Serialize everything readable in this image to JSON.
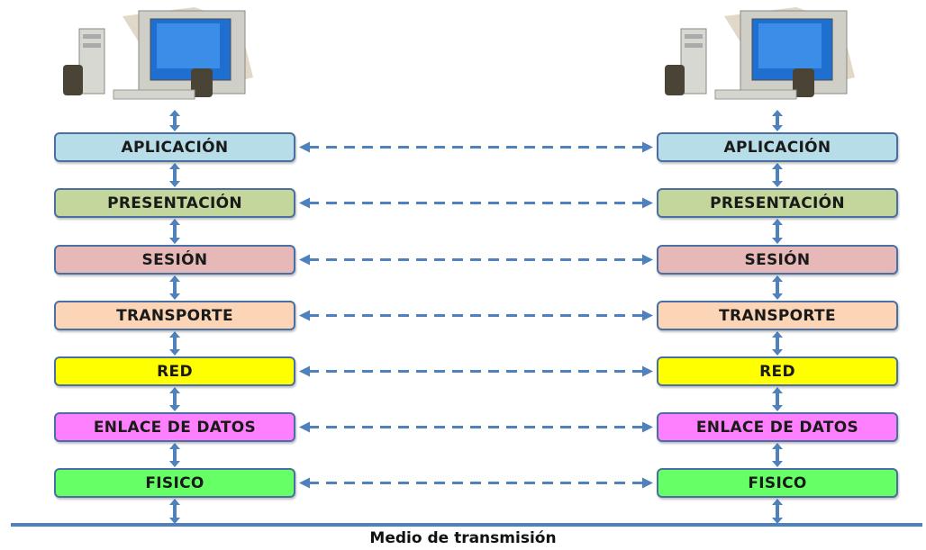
{
  "hosts": [
    {
      "layers": [
        {
          "label": "APLICACIÓN",
          "color": "#b7dde8"
        },
        {
          "label": "PRESENTACIÓN",
          "color": "#c3d69b"
        },
        {
          "label": "SESIÓN",
          "color": "#e6b9b8"
        },
        {
          "label": "TRANSPORTE",
          "color": "#fbd5b5"
        },
        {
          "label": "RED",
          "color": "#ffff00"
        },
        {
          "label": "ENLACE DE DATOS",
          "color": "#ff80ff"
        },
        {
          "label": "FISICO",
          "color": "#66ff66"
        }
      ]
    },
    {
      "layers": [
        {
          "label": "APLICACIÓN",
          "color": "#b7dde8"
        },
        {
          "label": "PRESENTACIÓN",
          "color": "#c3d69b"
        },
        {
          "label": "SESIÓN",
          "color": "#e6b9b8"
        },
        {
          "label": "TRANSPORTE",
          "color": "#fbd5b5"
        },
        {
          "label": "RED",
          "color": "#ffff00"
        },
        {
          "label": "ENLACE DE DATOS",
          "color": "#ff80ff"
        },
        {
          "label": "FISICO",
          "color": "#66ff66"
        }
      ]
    }
  ],
  "medium_label": "Medio de transmisión",
  "colors": {
    "arrow": "#4f81bd",
    "line": "#4f81bd",
    "box_border": "#4a6fa3"
  },
  "icons": {
    "host": "desktop-computer-icon",
    "vertical_link": "double-arrow-vertical-icon",
    "peer_link": "dashed-double-arrow-icon"
  }
}
